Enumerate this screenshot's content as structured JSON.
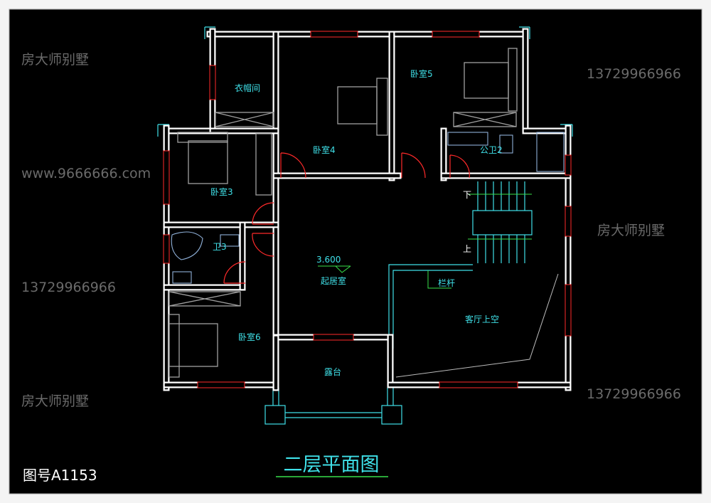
{
  "drawing": {
    "title": "二层平面图",
    "drawing_number": "图号A1153",
    "elevation": "3.600",
    "stair_up_mark": "上",
    "stair_down_mark": "下"
  },
  "rooms": {
    "closet": "衣帽间",
    "bedroom4": "卧室4",
    "bedroom5": "卧室5",
    "bedroom3": "卧室3",
    "public_bath2": "公卫2",
    "bath3": "卫3",
    "living": "起居室",
    "railing": "栏杆",
    "hall_void": "客厅上空",
    "bedroom6": "卧室6",
    "terrace": "露台"
  },
  "watermarks": [
    "房大师别墅",
    "13729966966",
    "www.9666666.com"
  ],
  "colors": {
    "wall": "#ffffff",
    "window": "#ff2a2a",
    "annotation": "#3fe0e8",
    "furniture": "#a0a0a0",
    "title_underline": "#39e04a"
  }
}
